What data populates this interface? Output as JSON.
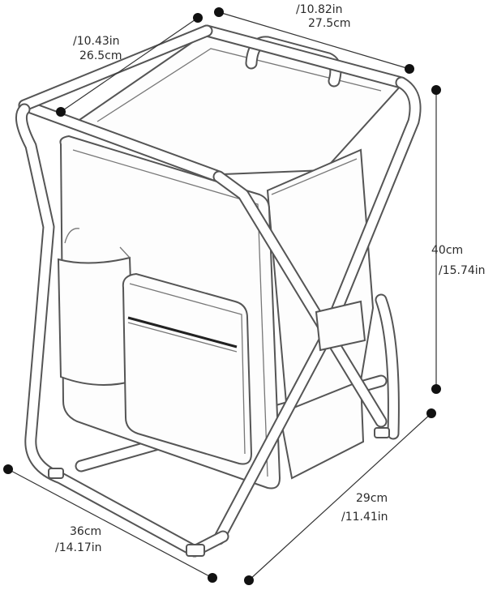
{
  "dimensions": {
    "top_width_in": "/10.82in",
    "top_width_cm": "27.5cm",
    "top_depth_in": "/10.43in",
    "top_depth_cm": "26.5cm",
    "height_cm": "40cm",
    "height_in": "/15.74in",
    "base_width_cm": "36cm",
    "base_width_in": "/14.17in",
    "base_depth_cm": "29cm",
    "base_depth_in": "/11.41in"
  },
  "colors": {
    "line": "#333333",
    "tube": "#555555",
    "background": "#ffffff"
  }
}
